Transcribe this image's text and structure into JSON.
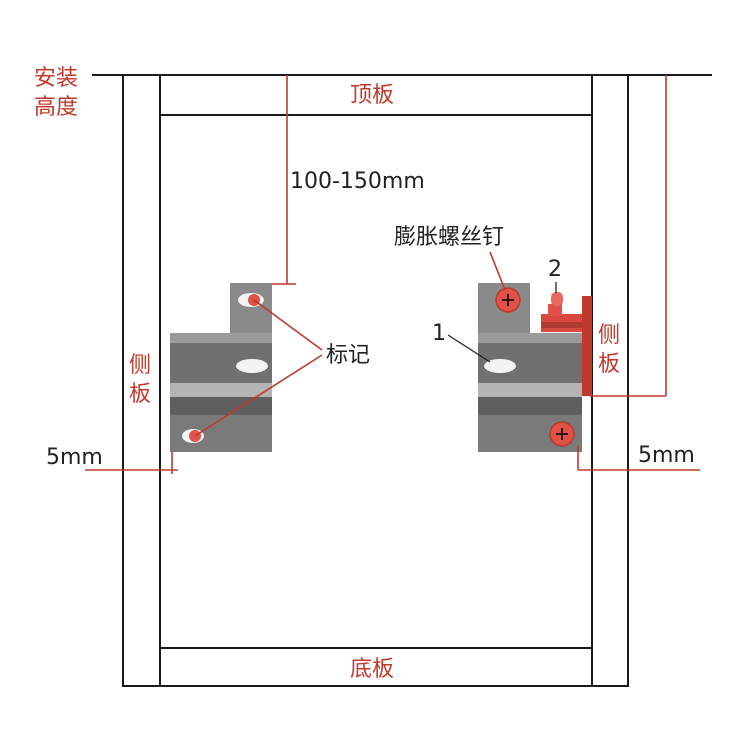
{
  "labels": {
    "install_height_line1": "安装",
    "install_height_line2": "高度",
    "top_panel": "顶板",
    "bottom_panel": "底板",
    "side_panel_left_1": "侧",
    "side_panel_left_2": "板",
    "side_panel_right_1": "侧",
    "side_panel_right_2": "板",
    "dim_100_150": "100-150mm",
    "expansion_screw": "膨胀螺丝钉",
    "mark": "标记",
    "num_1": "1",
    "num_2": "2",
    "dim_5mm_left": "5mm",
    "dim_5mm_right": "5mm"
  },
  "colors": {
    "accent_red": "#c0392b",
    "screw_red": "#e05248",
    "bracket_gray": "#6b6b6b",
    "frame": "#1a1a1a"
  }
}
